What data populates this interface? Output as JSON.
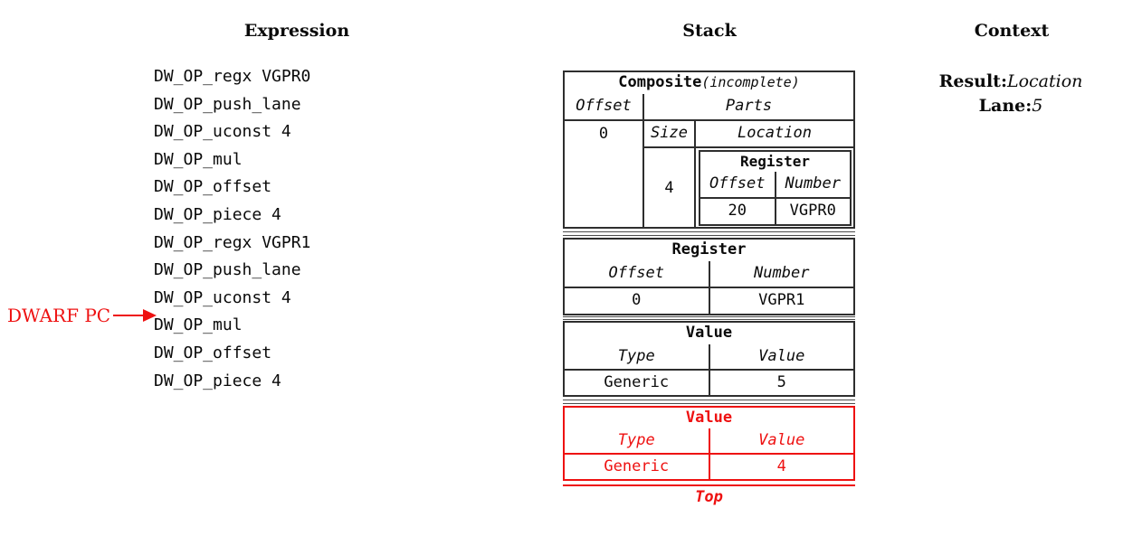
{
  "headers": {
    "expression": "Expression",
    "stack": "Stack",
    "context": "Context"
  },
  "expression": {
    "ops": [
      "DW_OP_regx VGPR0",
      "DW_OP_push_lane",
      "DW_OP_uconst 4",
      "DW_OP_mul",
      "DW_OP_offset",
      "DW_OP_piece 4",
      "DW_OP_regx VGPR1",
      "DW_OP_push_lane",
      "DW_OP_uconst 4",
      "DW_OP_mul",
      "DW_OP_offset",
      "DW_OP_piece 4"
    ],
    "pc_label": "DWARF PC",
    "pc_points_to_op_index": 9
  },
  "stack": {
    "entries": [
      {
        "kind": "composite",
        "title": "Composite",
        "subtitle": "(incomplete)",
        "offset_header": "Offset",
        "offset_value": "0",
        "parts_header": "Parts",
        "size_header": "Size",
        "location_header": "Location",
        "size_value": "4",
        "part_location": {
          "title": "Register",
          "col1_header": "Offset",
          "col2_header": "Number",
          "col1_value": "20",
          "col2_value": "VGPR0"
        }
      },
      {
        "kind": "register",
        "title": "Register",
        "col1_header": "Offset",
        "col2_header": "Number",
        "col1_value": "0",
        "col2_value": "VGPR1"
      },
      {
        "kind": "value",
        "title": "Value",
        "col1_header": "Type",
        "col2_header": "Value",
        "col1_value": "Generic",
        "col2_value": "5"
      },
      {
        "kind": "value",
        "highlighted": true,
        "title": "Value",
        "col1_header": "Type",
        "col2_header": "Value",
        "col1_value": "Generic",
        "col2_value": "4"
      }
    ],
    "top_label": "Top"
  },
  "context": {
    "result_label": "Result:",
    "result_value": "Location",
    "lane_label": "Lane:",
    "lane_value": "5"
  },
  "colors": {
    "highlight": "#ee1111",
    "border": "#2e2e2e",
    "separator": "#4d4d4d"
  }
}
